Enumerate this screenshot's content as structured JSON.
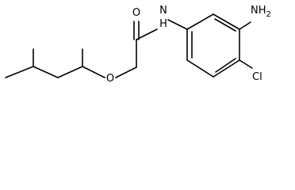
{
  "molecule": {
    "atoms": {
      "carbonyl_oxygen": "O",
      "amide_nitrogen": "N",
      "amide_hydrogen": "H",
      "ether_oxygen": "O",
      "amino_group": "NH",
      "amino_subscript": "2",
      "chlorine": "Cl"
    }
  }
}
